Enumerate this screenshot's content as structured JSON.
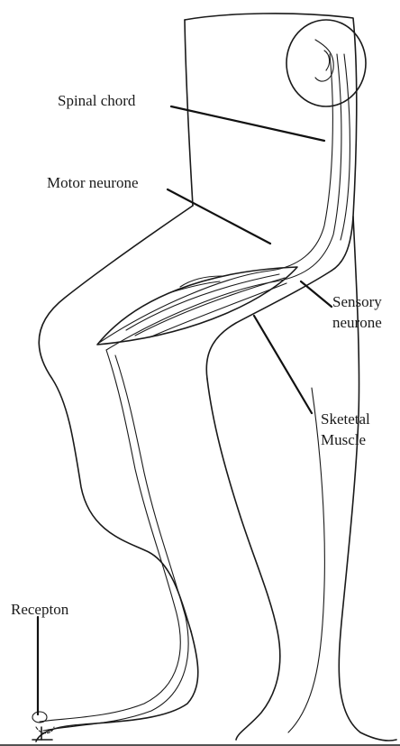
{
  "labels": {
    "spinal_chord": "Spinal chord",
    "motor_neurone": "Motor neurone",
    "sensory_line1": "Sensory",
    "sensory_line2": "neurone",
    "skeletal_line1": "Sketetal",
    "skeletal_line2": "Muscle",
    "receptor": "Recepton"
  },
  "colors": {
    "ink": "#1a1a1a",
    "background": "#ffffff"
  }
}
